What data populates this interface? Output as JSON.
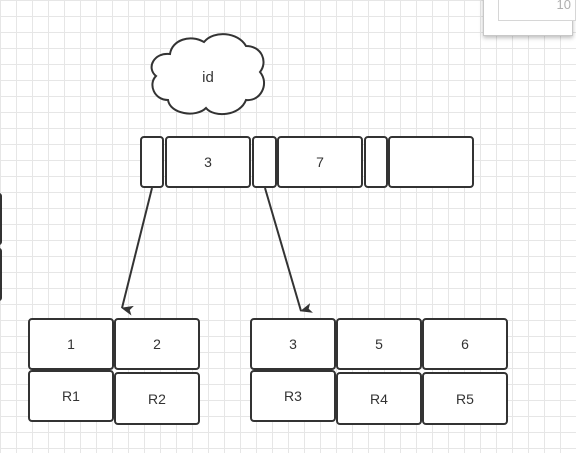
{
  "cloud": {
    "label": "id"
  },
  "index_node": [
    "",
    "3",
    "",
    "7",
    "",
    ""
  ],
  "left_leaf": {
    "keys": [
      "1",
      "2"
    ],
    "rows": [
      "R1",
      "R2"
    ]
  },
  "right_leaf": {
    "keys": [
      "3",
      "5",
      "6"
    ],
    "rows": [
      "R3",
      "R4",
      "R5"
    ]
  },
  "corner_panel": {
    "value": "10"
  },
  "colors": {
    "stroke": "#333333",
    "grid": "#e6e6e6",
    "background": "#ffffff"
  }
}
